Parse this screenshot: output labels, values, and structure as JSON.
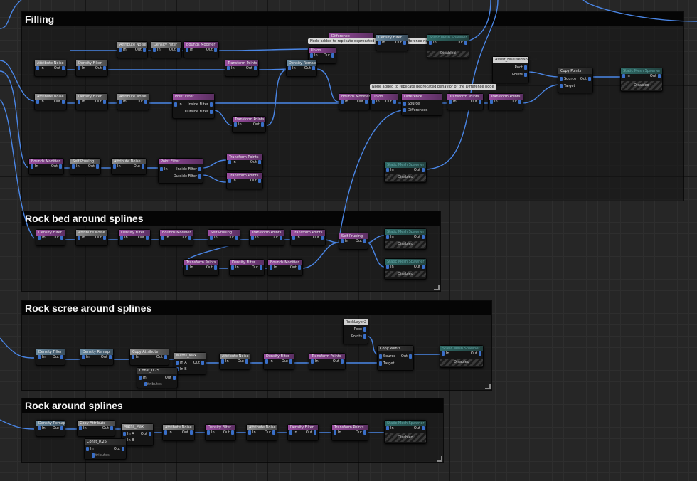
{
  "comments": [
    {
      "title": "Filling"
    },
    {
      "title": "Rock bed around splines"
    },
    {
      "title": "Rock scree around splines"
    },
    {
      "title": "Rock around splines"
    }
  ],
  "tooltips": {
    "t1": "Node added to replicate deprecated behavior of the Difference node",
    "t2": "Node added to replicate deprecated behavior of the Difference node"
  },
  "nodes": [
    {
      "title": "Attribute Noise",
      "color": "gray",
      "pins_in": [
        "In"
      ],
      "pins_out": [
        "Out"
      ]
    },
    {
      "title": "Density Filter",
      "color": "gray",
      "pins_in": [
        "In"
      ],
      "pins_out": [
        "Out"
      ]
    },
    {
      "title": "Bounds Modifier",
      "color": "purple",
      "pins_in": [
        "In"
      ],
      "pins_out": [
        "Out"
      ]
    },
    {
      "title": "Difference",
      "color": "purple",
      "pins_in": [],
      "pins_out": []
    },
    {
      "title": "Union",
      "color": "purple",
      "pins_in": [
        "In"
      ],
      "pins_out": [
        "Out"
      ]
    },
    {
      "title": "Density Filter",
      "color": "blue",
      "pins_in": [
        "In"
      ],
      "pins_out": [
        "Out"
      ]
    },
    {
      "title": "Static Mesh Spawner",
      "color": "teal",
      "pins_in": [
        "In"
      ],
      "pins_out": [
        "Out"
      ],
      "disabled": "Disabled"
    },
    {
      "title": "Attribute Noise",
      "color": "gray",
      "pins_in": [
        "In"
      ],
      "pins_out": [
        "Out"
      ]
    },
    {
      "title": "Density Filter",
      "color": "gray",
      "pins_in": [
        "In"
      ],
      "pins_out": [
        "Out"
      ]
    },
    {
      "title": "Transform Points",
      "color": "purple",
      "pins_in": [
        "In"
      ],
      "pins_out": [
        "Out"
      ]
    },
    {
      "title": "Density Remap",
      "color": "blue",
      "pins_in": [
        "In"
      ],
      "pins_out": [
        "Out"
      ]
    },
    {
      "title": "Assist_FinalisedNode_00",
      "color": "dark",
      "pins_in": [],
      "pins_out": [
        "Root",
        "Points"
      ]
    },
    {
      "title": "Copy Points",
      "color": "dark",
      "pins_in": [
        "Source",
        "Target"
      ],
      "pins_out": [
        "Out"
      ]
    },
    {
      "title": "Static Mesh Spawner",
      "color": "teal",
      "pins_in": [
        "In"
      ],
      "pins_out": [
        "Out"
      ],
      "disabled": "Disabled"
    },
    {
      "title": "Attribute Noise",
      "color": "gray",
      "pins_in": [
        "In"
      ],
      "pins_out": [
        "Out"
      ]
    },
    {
      "title": "Density Filter",
      "color": "gray",
      "pins_in": [
        "In"
      ],
      "pins_out": [
        "Out"
      ]
    },
    {
      "title": "Attribute Noise",
      "color": "gray",
      "pins_in": [
        "In"
      ],
      "pins_out": [
        "Out"
      ]
    },
    {
      "title": "Point Filter",
      "color": "purple",
      "pins_in": [
        "In"
      ],
      "pins_out": [
        "Inside Filter",
        "Outside Filter"
      ]
    },
    {
      "title": "Transform Points",
      "color": "purple",
      "pins_in": [
        "In"
      ],
      "pins_out": [
        "Out"
      ]
    },
    {
      "title": "Bounds Modifier",
      "color": "purple",
      "pins_in": [
        "In"
      ],
      "pins_out": [
        "Out"
      ]
    },
    {
      "title": "Union",
      "color": "purple",
      "pins_in": [
        "In"
      ],
      "pins_out": [
        "Out"
      ]
    },
    {
      "title": "Difference",
      "color": "purple",
      "pins_in": [
        "Source",
        "Differences"
      ],
      "pins_out": [
        "Out"
      ]
    },
    {
      "title": "Transform Points",
      "color": "purple",
      "pins_in": [
        "In"
      ],
      "pins_out": [
        "Out"
      ]
    },
    {
      "title": "Transform Points",
      "color": "purple",
      "pins_in": [
        "In"
      ],
      "pins_out": [
        "Out"
      ]
    },
    {
      "title": "Bounds Modifier",
      "color": "purple",
      "pins_in": [
        "In"
      ],
      "pins_out": [
        "Out"
      ]
    },
    {
      "title": "Self Pruning",
      "color": "gray",
      "pins_in": [
        "In"
      ],
      "pins_out": [
        "Out"
      ]
    },
    {
      "title": "Attribute Noise",
      "color": "gray",
      "pins_in": [
        "In"
      ],
      "pins_out": [
        "Out"
      ]
    },
    {
      "title": "Point Filter",
      "color": "purple",
      "pins_in": [
        "In"
      ],
      "pins_out": [
        "Inside Filter",
        "Outside Filter"
      ]
    },
    {
      "title": "Transform Points",
      "color": "purple",
      "pins_in": [
        "In"
      ],
      "pins_out": [
        "Out"
      ]
    },
    {
      "title": "Transform Points",
      "color": "purple",
      "pins_in": [
        "In"
      ],
      "pins_out": [
        "Out"
      ]
    },
    {
      "title": "Static Mesh Spawner",
      "color": "teal",
      "pins_in": [
        "In"
      ],
      "pins_out": [
        "Out"
      ],
      "disabled": "Disabled"
    },
    {
      "title": "Density Filter",
      "color": "purple",
      "pins_in": [
        "In"
      ],
      "pins_out": [
        "Out"
      ]
    },
    {
      "title": "Attribute Noise",
      "color": "gray",
      "pins_in": [
        "In"
      ],
      "pins_out": [
        "Out"
      ]
    },
    {
      "title": "Density Filter",
      "color": "purple",
      "pins_in": [
        "In"
      ],
      "pins_out": [
        "Out"
      ]
    },
    {
      "title": "Bounds Modifier",
      "color": "purple",
      "pins_in": [
        "In"
      ],
      "pins_out": [
        "Out"
      ]
    },
    {
      "title": "Self Pruning",
      "color": "purple",
      "pins_in": [
        "In"
      ],
      "pins_out": [
        "Out"
      ]
    },
    {
      "title": "Transform Points",
      "color": "purple",
      "pins_in": [
        "In"
      ],
      "pins_out": [
        "Out"
      ]
    },
    {
      "title": "Transform Points",
      "color": "purple",
      "pins_in": [
        "In"
      ],
      "pins_out": [
        "Out"
      ]
    },
    {
      "title": "Self Pruning",
      "color": "purple",
      "pins_in": [
        "In"
      ],
      "pins_out": [
        "Out"
      ]
    },
    {
      "title": "Static Mesh Spawner",
      "color": "teal",
      "pins_in": [
        "In"
      ],
      "pins_out": [
        "Out"
      ],
      "disabled": "Disabled"
    },
    {
      "title": "Transform Points",
      "color": "purple",
      "pins_in": [
        "In"
      ],
      "pins_out": [
        "Out"
      ]
    },
    {
      "title": "Density Filter",
      "color": "purple",
      "pins_in": [
        "In"
      ],
      "pins_out": [
        "Out"
      ]
    },
    {
      "title": "Bounds Modifier",
      "color": "purple",
      "pins_in": [
        "In"
      ],
      "pins_out": [
        "Out"
      ]
    },
    {
      "title": "Static Mesh Spawner",
      "color": "teal",
      "pins_in": [
        "In"
      ],
      "pins_out": [
        "Out"
      ],
      "disabled": "Disabled"
    },
    {
      "title": "RockLayer2",
      "color": "dark",
      "pins_in": [],
      "pins_out": [
        "Root",
        "Points"
      ]
    },
    {
      "title": "Density Filter",
      "color": "blue",
      "pins_in": [
        "In"
      ],
      "pins_out": [
        "Out"
      ]
    },
    {
      "title": "Density Remap",
      "color": "blue",
      "pins_in": [
        "In"
      ],
      "pins_out": [
        "Out"
      ]
    },
    {
      "title": "Copy Attribute",
      "color": "gray",
      "pins_in": [
        "In"
      ],
      "pins_out": [
        "Out"
      ]
    },
    {
      "title": "Maths_Max",
      "color": "gray",
      "pins_in": [
        "In A",
        "In B"
      ],
      "pins_out": [
        "Out"
      ]
    },
    {
      "title": "Attribute Noise",
      "color": "gray",
      "pins_in": [
        "In"
      ],
      "pins_out": [
        "Out"
      ]
    },
    {
      "title": "Density Filter",
      "color": "purple",
      "pins_in": [
        "In"
      ],
      "pins_out": [
        "Out"
      ]
    },
    {
      "title": "Transform Points",
      "color": "purple",
      "pins_in": [
        "In"
      ],
      "pins_out": [
        "Out"
      ]
    },
    {
      "title": "Copy Points",
      "color": "dark",
      "pins_in": [
        "Source",
        "Target"
      ],
      "pins_out": [
        "Out"
      ]
    },
    {
      "title": "Static Mesh Spawner",
      "color": "teal",
      "pins_in": [
        "In"
      ],
      "pins_out": [
        "Out"
      ],
      "disabled": "Disabled"
    },
    {
      "title": "Density Remap",
      "color": "blue",
      "pins_in": [
        "In"
      ],
      "pins_out": [
        "Out"
      ]
    },
    {
      "title": "Copy Attribute",
      "color": "gray",
      "pins_in": [
        "In"
      ],
      "pins_out": [
        "Out"
      ]
    },
    {
      "title": "Maths_Max",
      "color": "gray",
      "pins_in": [
        "In A",
        "In B"
      ],
      "pins_out": [
        "Out"
      ]
    },
    {
      "title": "Attribute Noise",
      "color": "gray",
      "pins_in": [
        "In"
      ],
      "pins_out": [
        "Out"
      ]
    },
    {
      "title": "Density Filter",
      "color": "purple",
      "pins_in": [
        "In"
      ],
      "pins_out": [
        "Out"
      ]
    },
    {
      "title": "Attribute Noise",
      "color": "gray",
      "pins_in": [
        "In"
      ],
      "pins_out": [
        "Out"
      ]
    },
    {
      "title": "Density Filter",
      "color": "purple",
      "pins_in": [
        "In"
      ],
      "pins_out": [
        "Out"
      ]
    },
    {
      "title": "Transform Points",
      "color": "purple",
      "pins_in": [
        "In"
      ],
      "pins_out": [
        "Out"
      ]
    },
    {
      "title": "Static Mesh Spawner",
      "color": "teal",
      "pins_in": [
        "In"
      ],
      "pins_out": [
        "Out"
      ],
      "disabled": "Disabled"
    }
  ],
  "const_nodes": [
    {
      "title": "Const_0.25",
      "pins_in": [
        "In"
      ],
      "pins_out": [
        "Out"
      ],
      "label": "Attributes"
    },
    {
      "title": "Const_0.25",
      "pins_in": [
        "In"
      ],
      "pins_out": [
        "Out"
      ],
      "label": "Attributes"
    }
  ]
}
